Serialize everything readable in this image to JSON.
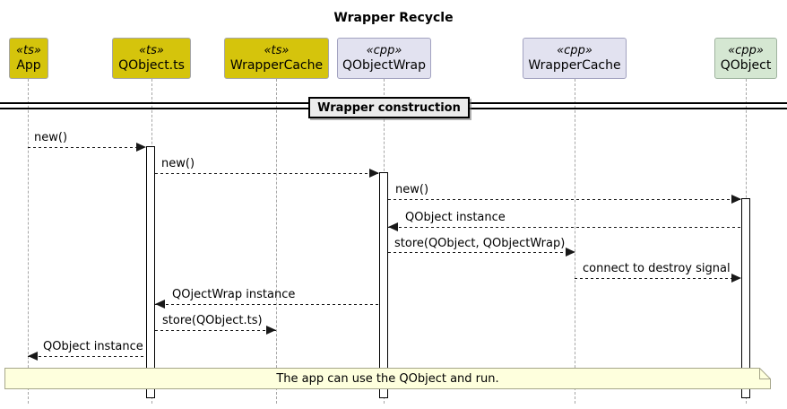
{
  "title": "Wrapper Recycle",
  "divider": {
    "label": "Wrapper construction"
  },
  "participants": [
    {
      "stereotype": "«ts»",
      "name": "App",
      "lang": "ts"
    },
    {
      "stereotype": "«ts»",
      "name": "QObject.ts",
      "lang": "ts"
    },
    {
      "stereotype": "«ts»",
      "name": "WrapperCache",
      "lang": "ts"
    },
    {
      "stereotype": "«cpp»",
      "name": "QObjectWrap",
      "lang": "cpp"
    },
    {
      "stereotype": "«cpp»",
      "name": "WrapperCache",
      "lang": "cpp"
    },
    {
      "stereotype": "«cpp»",
      "name": "QObject",
      "lang": "cpp"
    }
  ],
  "messages": [
    {
      "label": "new()",
      "from": "App",
      "to": "QObject.ts",
      "style": "dashed"
    },
    {
      "label": "new()",
      "from": "QObject.ts",
      "to": "QObjectWrap",
      "style": "dashed"
    },
    {
      "label": "new()",
      "from": "QObjectWrap",
      "to": "QObject",
      "style": "dashed"
    },
    {
      "label": "QObject instance",
      "from": "QObject",
      "to": "QObjectWrap",
      "style": "dashed"
    },
    {
      "label": "store(QObject, QObjectWrap)",
      "from": "QObjectWrap",
      "to": "WrapperCache (cpp)",
      "style": "dashed"
    },
    {
      "label": "connect to destroy signal",
      "from": "WrapperCache (cpp)",
      "to": "QObject",
      "style": "dashed"
    },
    {
      "label": "QOjectWrap instance",
      "from": "QObjectWrap",
      "to": "QObject.ts",
      "style": "dashed"
    },
    {
      "label": "store(QObject.ts)",
      "from": "QObject.ts",
      "to": "WrapperCache (ts)",
      "style": "dashed"
    },
    {
      "label": "QObject instance",
      "from": "QObject.ts",
      "to": "App",
      "style": "dashed"
    }
  ],
  "note": {
    "text": "The app can use the QObject and run."
  },
  "colors": {
    "ts_fill": "#D5C40C",
    "ts_border": "#A6A6A6",
    "cpp_fill": "#E2E2F0",
    "cpp_border": "#A2A2C0",
    "qobject_fill": "#D5E7D2",
    "qobject_border": "#9FB39F",
    "divider_fill": "#EBEBEB",
    "divider_border": "#000000",
    "note_fill": "#FEFFDD",
    "note_border": "#A6A68A",
    "lifeline": "#A6A6A6",
    "arrow": "#181818",
    "text": "#000000"
  }
}
